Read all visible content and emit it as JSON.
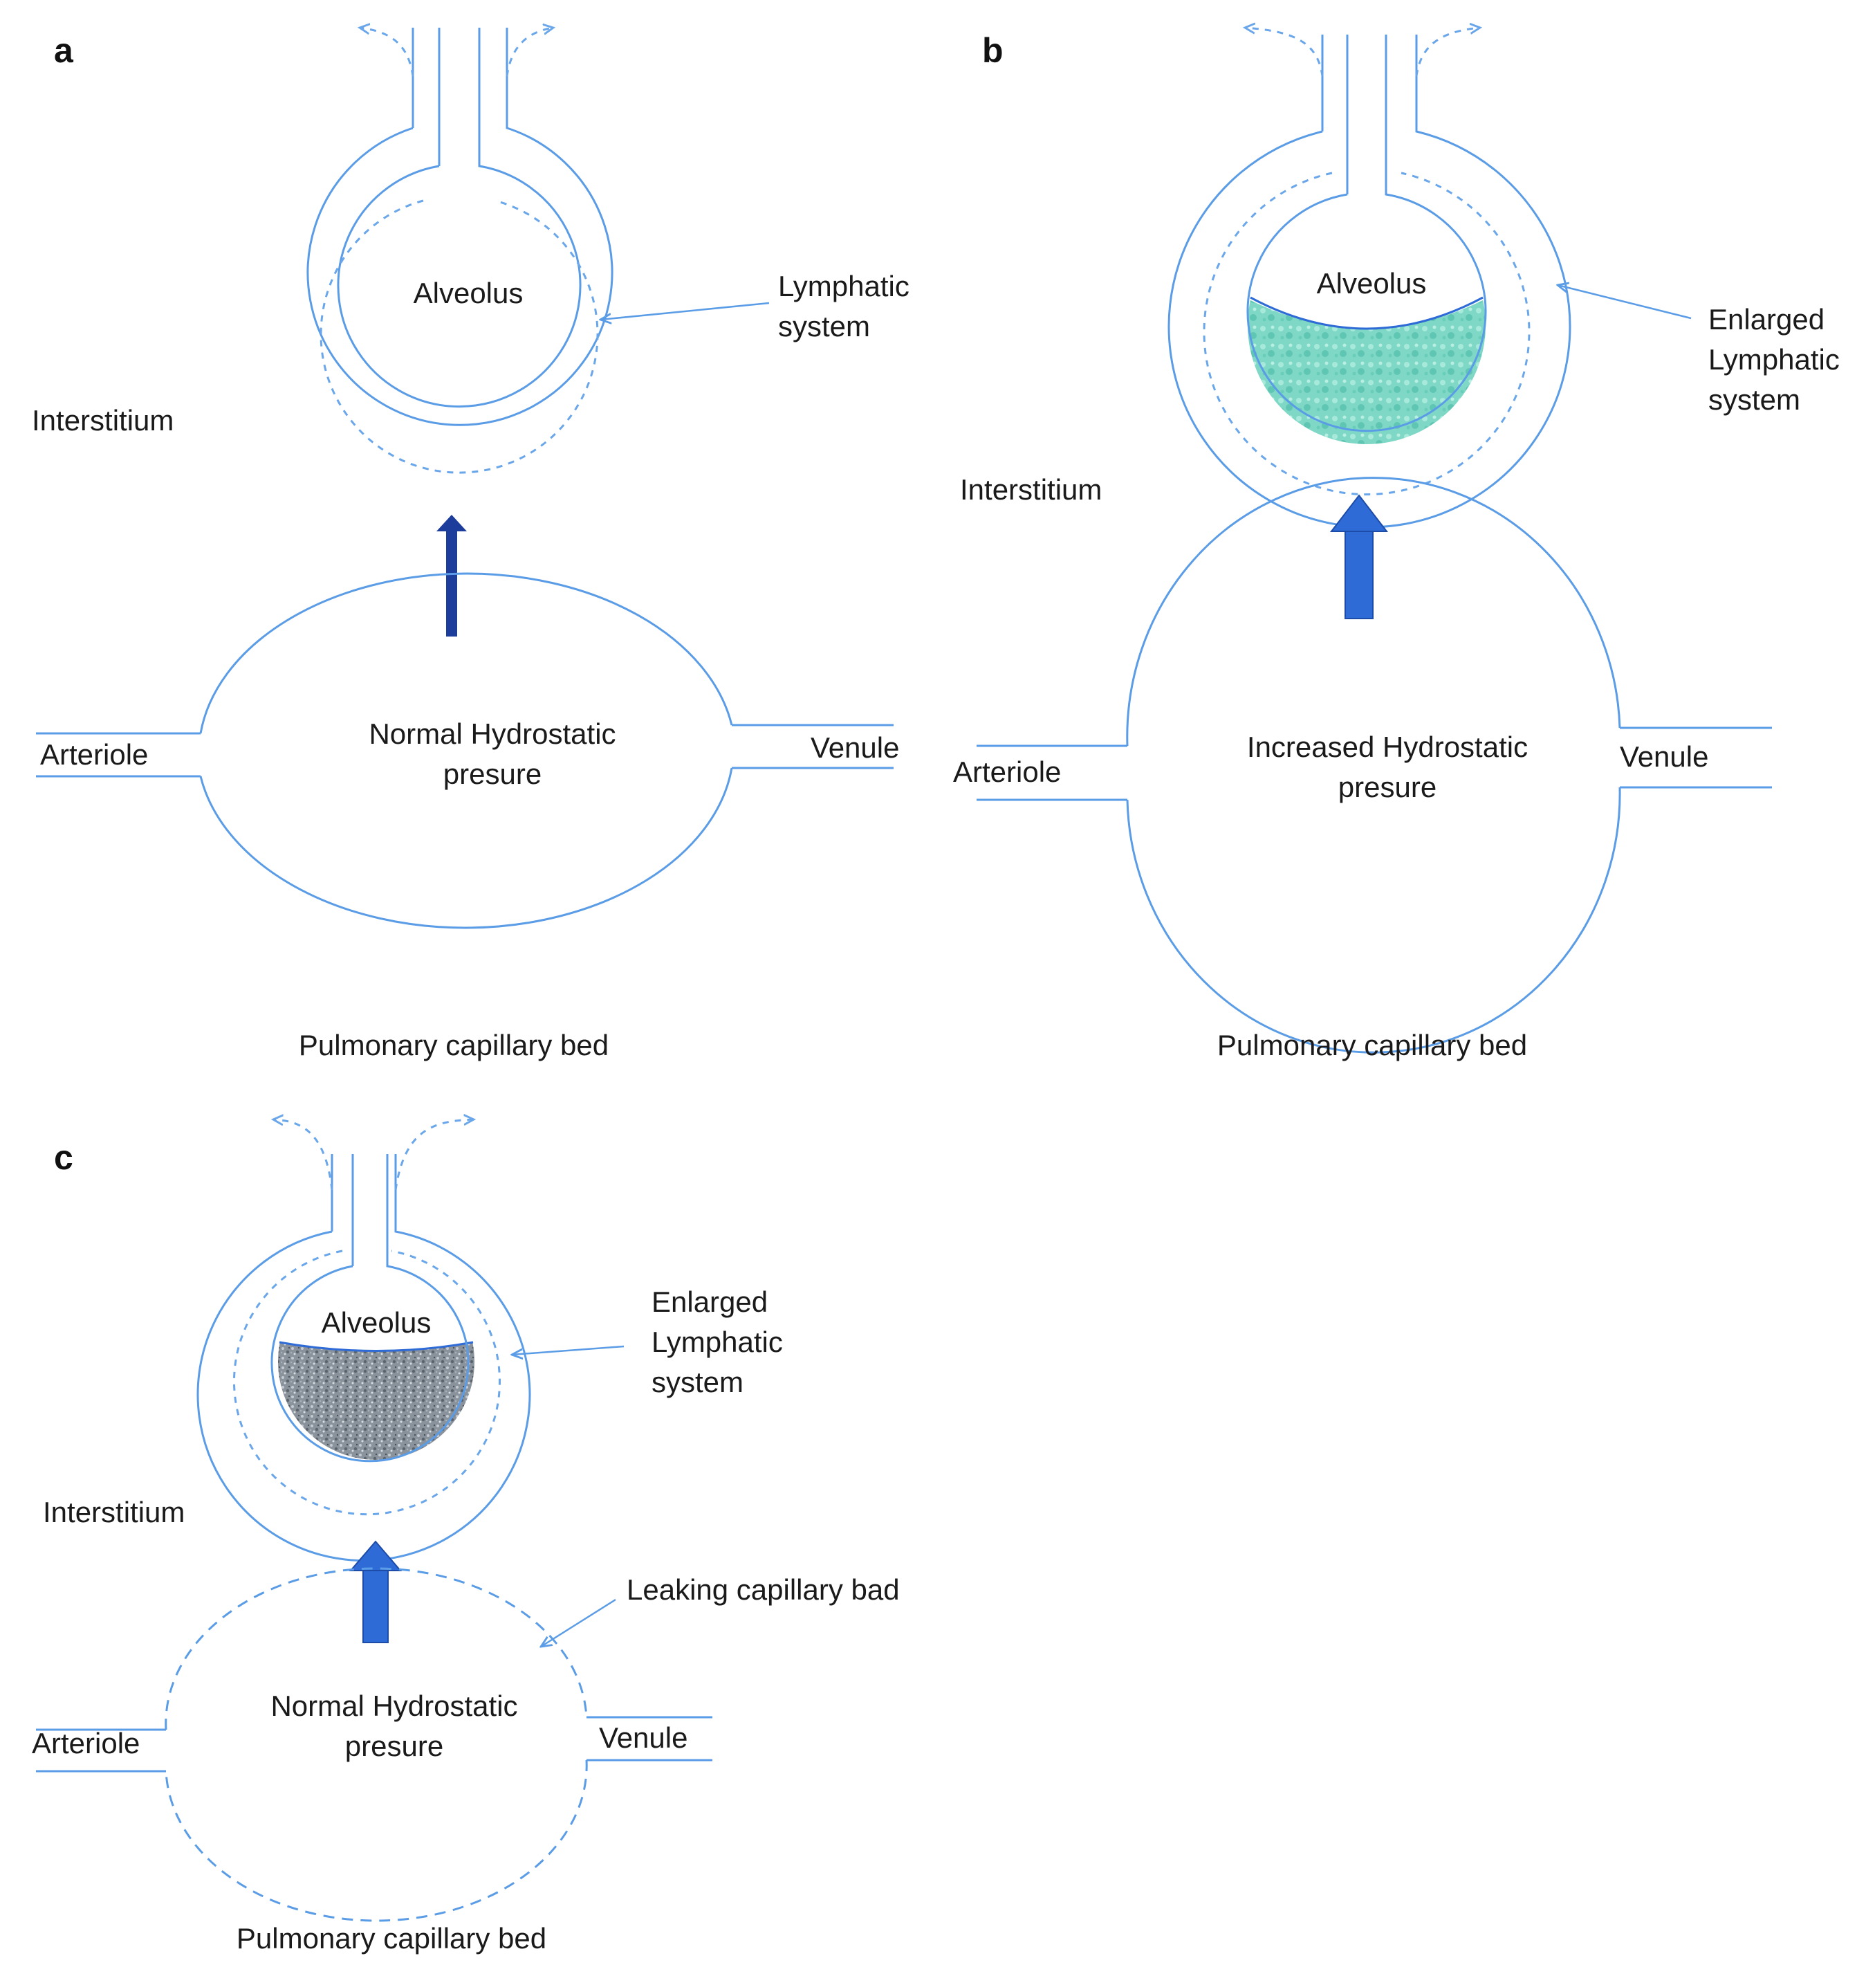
{
  "colors": {
    "vessel": "#5b9ce6",
    "arrow_a": "#1c3d9b",
    "arrow_bc": "#2f6bd6",
    "fluid_b": "#7fd8c5",
    "fluid_c": "#8a929c"
  },
  "panels": {
    "a": {
      "letter": "a",
      "alveolus": "Alveolus",
      "lymphatic": [
        "Lymphatic",
        "system"
      ],
      "interstitium": "Interstitium",
      "pressure": [
        "Normal Hydrostatic",
        "presure"
      ],
      "arteriole": "Arteriole",
      "venule": "Venule",
      "capillary_bed": "Pulmonary capillary bed"
    },
    "b": {
      "letter": "b",
      "alveolus": "Alveolus",
      "lymphatic": [
        "Enlarged",
        "Lymphatic",
        "system"
      ],
      "interstitium": "Interstitium",
      "pressure": [
        "Increased Hydrostatic",
        "presure"
      ],
      "arteriole": "Arteriole",
      "venule": "Venule",
      "capillary_bed": "Pulmonary capillary bed"
    },
    "c": {
      "letter": "c",
      "alveolus": "Alveolus",
      "lymphatic": [
        "Enlarged",
        "Lymphatic",
        "system"
      ],
      "interstitium": "Interstitium",
      "leaking": "Leaking capillary bad",
      "pressure": [
        "Normal Hydrostatic",
        "presure"
      ],
      "arteriole": "Arteriole",
      "venule": "Venule",
      "capillary_bed": "Pulmonary capillary bed"
    }
  }
}
